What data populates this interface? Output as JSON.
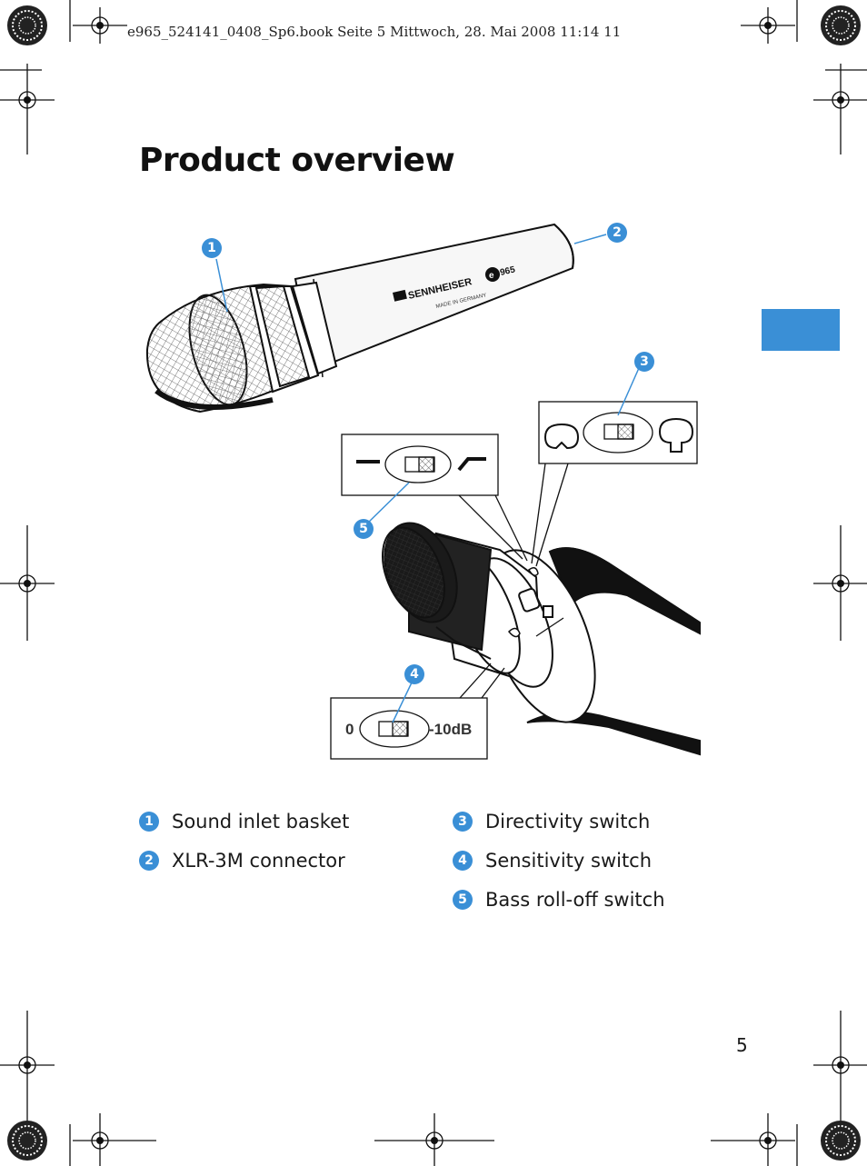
{
  "print_header": "e965_524141_0408_Sp6.book  Seite 5  Mittwoch, 28. Mai 2008  11:14 11",
  "title": "Product overview",
  "page_number": "5",
  "colors": {
    "accent": "#3a8fd6",
    "text": "#1a1a1a"
  },
  "illustration": {
    "brand_text": "SENNHEISER",
    "brand_subtext": "MADE IN GERMANY",
    "model_text": "965",
    "model_badge": "e",
    "sensitivity_left": "0",
    "sensitivity_right": "-10dB",
    "callouts": [
      "1",
      "2",
      "3",
      "4",
      "5"
    ]
  },
  "legend": [
    {
      "number": "1",
      "label": "Sound inlet basket"
    },
    {
      "number": "2",
      "label": "XLR-3M connector"
    },
    {
      "number": "3",
      "label": "Directivity switch"
    },
    {
      "number": "4",
      "label": "Sensitivity switch"
    },
    {
      "number": "5",
      "label": "Bass roll-off switch"
    }
  ]
}
